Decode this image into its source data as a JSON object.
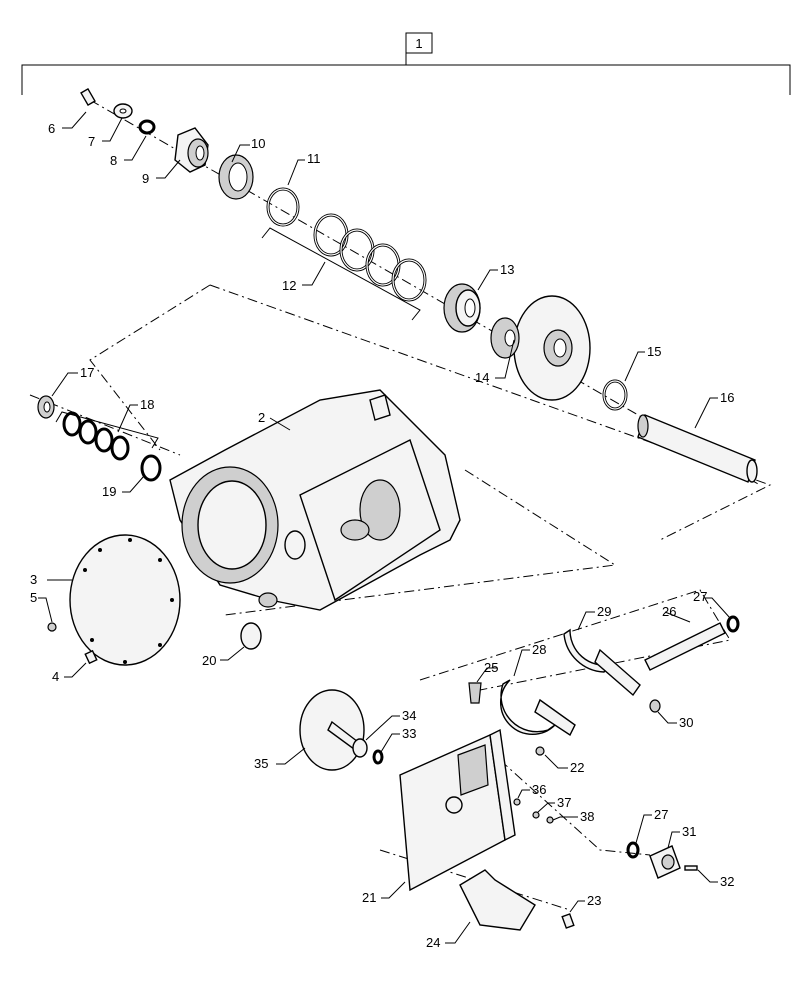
{
  "diagram": {
    "group_label": "1",
    "callouts": [
      {
        "id": "c6",
        "text": "6"
      },
      {
        "id": "c7",
        "text": "7"
      },
      {
        "id": "c8",
        "text": "8"
      },
      {
        "id": "c9",
        "text": "9"
      },
      {
        "id": "c10",
        "text": "10"
      },
      {
        "id": "c11",
        "text": "11"
      },
      {
        "id": "c12",
        "text": "12"
      },
      {
        "id": "c13",
        "text": "13"
      },
      {
        "id": "c14",
        "text": "14"
      },
      {
        "id": "c15",
        "text": "15"
      },
      {
        "id": "c16",
        "text": "16"
      },
      {
        "id": "c17",
        "text": "17"
      },
      {
        "id": "c18",
        "text": "18"
      },
      {
        "id": "c19",
        "text": "19"
      },
      {
        "id": "c2",
        "text": "2"
      },
      {
        "id": "c3",
        "text": "3"
      },
      {
        "id": "c5",
        "text": "5"
      },
      {
        "id": "c4",
        "text": "4"
      },
      {
        "id": "c20",
        "text": "20"
      },
      {
        "id": "c25",
        "text": "25"
      },
      {
        "id": "c28",
        "text": "28"
      },
      {
        "id": "c29",
        "text": "29"
      },
      {
        "id": "c26",
        "text": "26"
      },
      {
        "id": "c27a",
        "text": "27"
      },
      {
        "id": "c30",
        "text": "30"
      },
      {
        "id": "c34",
        "text": "34"
      },
      {
        "id": "c33",
        "text": "33"
      },
      {
        "id": "c35",
        "text": "35"
      },
      {
        "id": "c22",
        "text": "22"
      },
      {
        "id": "c36",
        "text": "36"
      },
      {
        "id": "c37",
        "text": "37"
      },
      {
        "id": "c38",
        "text": "38"
      },
      {
        "id": "c27b",
        "text": "27"
      },
      {
        "id": "c31",
        "text": "31"
      },
      {
        "id": "c32",
        "text": "32"
      },
      {
        "id": "c21",
        "text": "21"
      },
      {
        "id": "c23",
        "text": "23"
      },
      {
        "id": "c24",
        "text": "24"
      }
    ]
  }
}
